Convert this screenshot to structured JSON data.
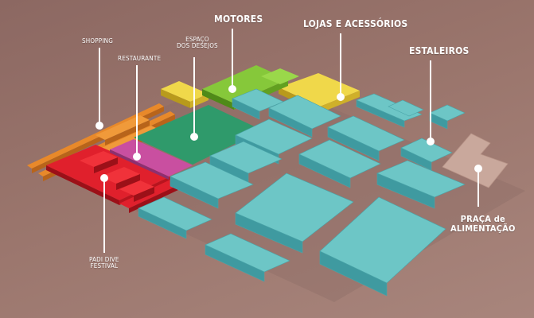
{
  "colors": {
    "background": "#977168",
    "shopping": "#e8892a",
    "restaurante": "#c94fa0",
    "espaco_dos_desejos": "#2f9a6b",
    "motores": "#76b82a",
    "lojas_e_acessorios": "#e2c73a",
    "estaleiros": "#6dc6c6",
    "praca_de_alimentacao": "#c9a89c",
    "padi_dive_festival": "#e0202c",
    "leader": "#ffffff"
  },
  "labels": {
    "shopping": "SHOPPING",
    "restaurante": "RESTAURANTE",
    "espaco_line1": "ESPAÇO",
    "espaco_line2": "DOS DESEJOS",
    "motores": "MOTORES",
    "lojas": "LOJAS E ACESSÓRIOS",
    "estaleiros": "ESTALEIROS",
    "praca_line1": "PRAÇA",
    "praca_de": "de",
    "praca_line2": "ALIMENTAÇÃO",
    "padi_line1": "PADI DIVE",
    "padi_line2": "FESTIVAL"
  }
}
